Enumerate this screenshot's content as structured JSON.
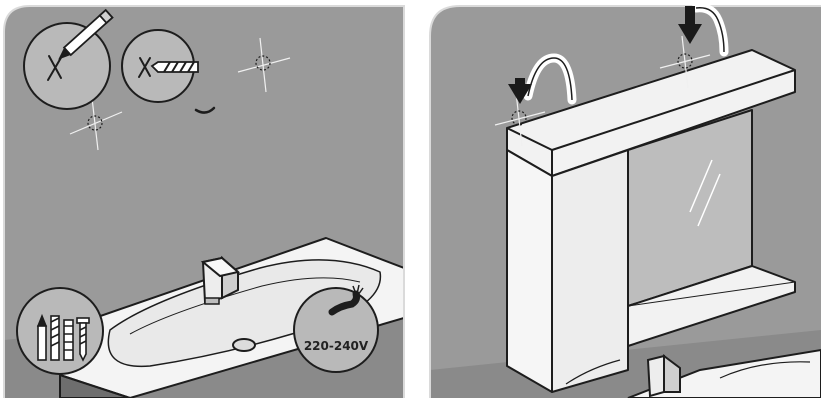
{
  "voltage_badge": {
    "label": "220-240V"
  },
  "panels": [
    {
      "step": "mark-and-drill-wall"
    },
    {
      "step": "hang-mirror-cabinet"
    }
  ],
  "colors": {
    "wall": "#9a9a9a",
    "wall_dark": "#8d8d8d",
    "outline": "#1d1d1d",
    "basin": "#f4f4f4",
    "cabinet_front": "#f0f0f0",
    "mirror": "#bdbdbd",
    "badge": "#b9b9b9",
    "arrow": "#1a1a1a"
  },
  "icons": [
    "pencil-icon",
    "drill-bit-icon",
    "wall-plug-icon",
    "screw-icon",
    "cable-icon",
    "arrow-down-icon",
    "crosshair-icon"
  ]
}
